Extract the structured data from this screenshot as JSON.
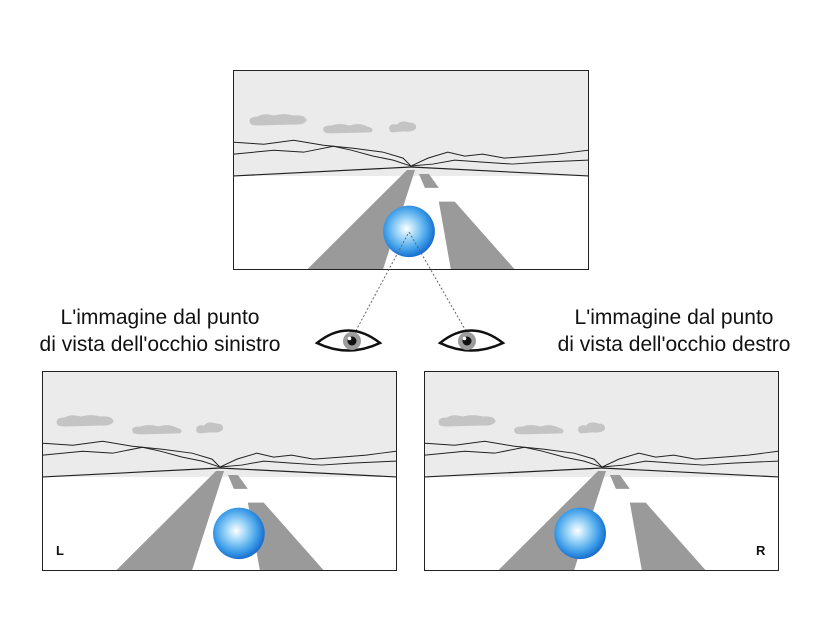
{
  "captions": {
    "left": [
      "L'immagine dal punto",
      "di vista dell'occhio sinistro"
    ],
    "right": [
      "L'immagine dal punto",
      "di vista dell'occhio destro"
    ]
  },
  "corner_labels": {
    "left": "L",
    "right": "R"
  },
  "colors": {
    "sky": "#ebebeb",
    "road": "#9a9a9a",
    "cloud": "#c4c4c4",
    "ball_center": "#ffffff",
    "ball_mid": "#55b6f0",
    "ball_edge": "#1a6fd0",
    "border": "#222222"
  },
  "icons": [
    "eye-icon"
  ]
}
